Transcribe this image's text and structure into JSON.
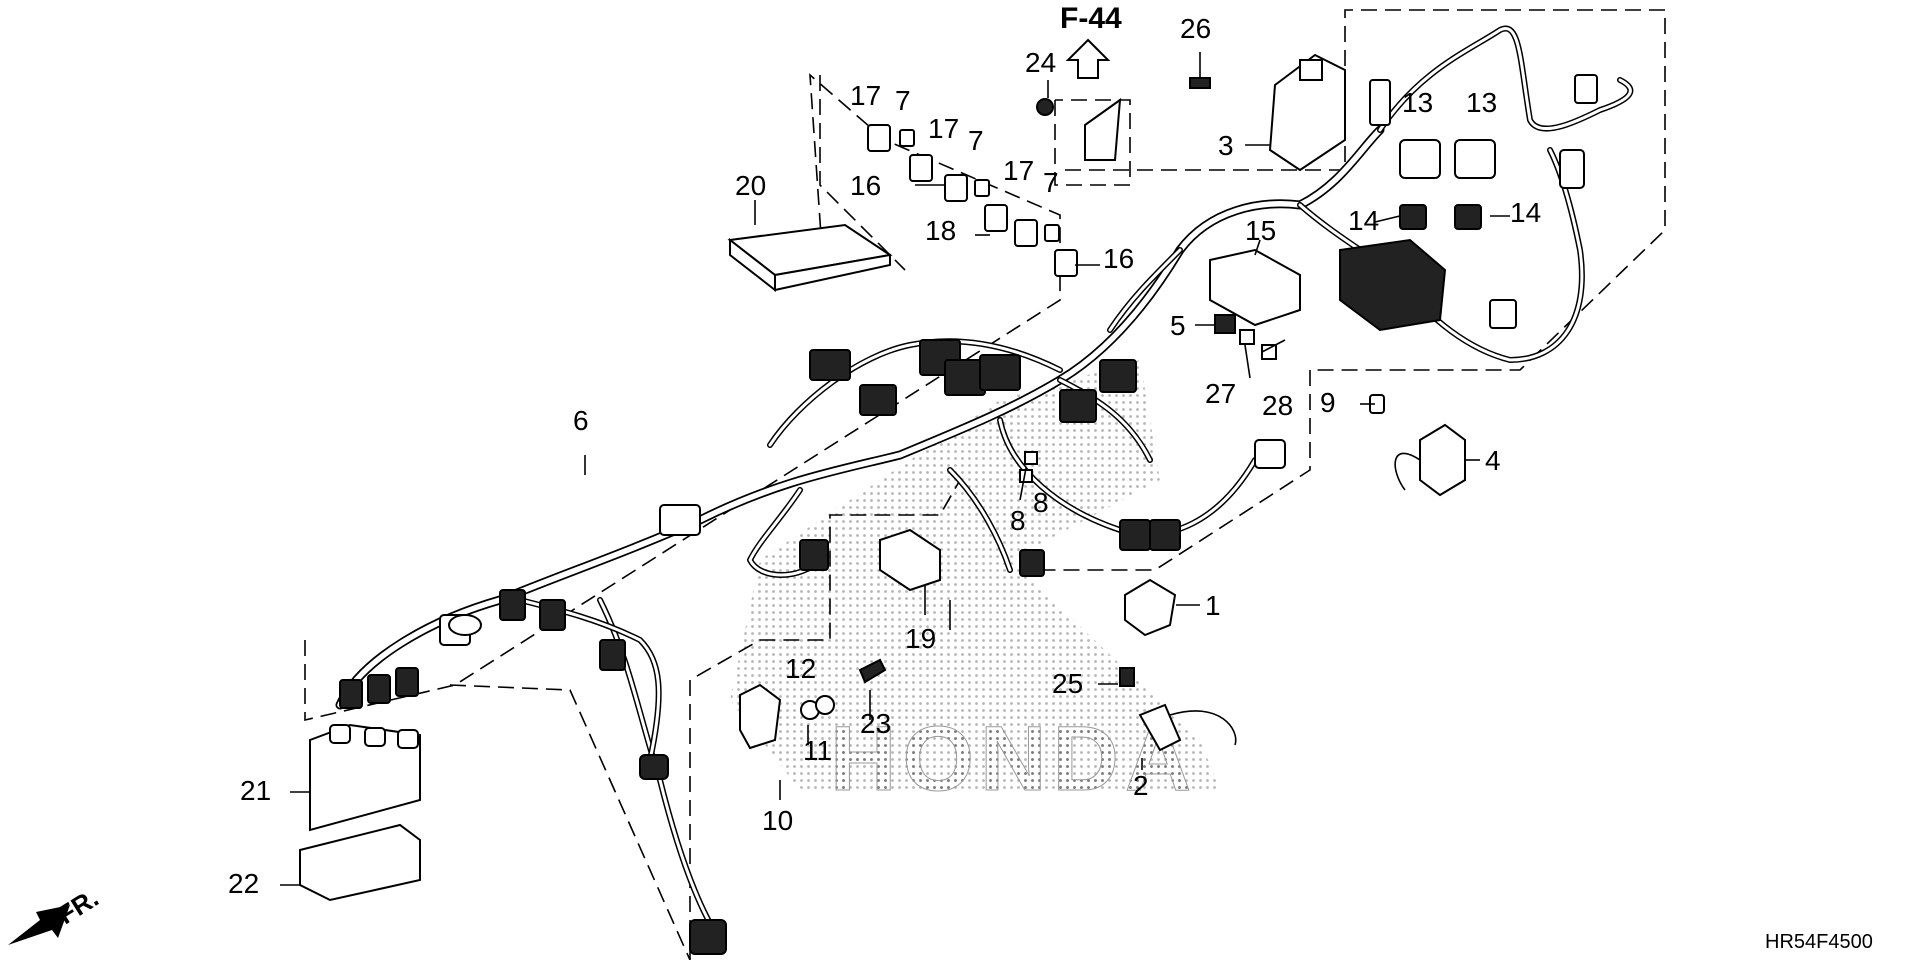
{
  "diagram": {
    "code": "HR54F4500",
    "reference": "F-44",
    "direction": "FR.",
    "watermark": "HONDA",
    "callouts": {
      "c1": "1",
      "c2": "2",
      "c3": "3",
      "c4": "4",
      "c5": "5",
      "c6": "6",
      "c7a": "7",
      "c7b": "7",
      "c7c": "7",
      "c8a": "8",
      "c8b": "8",
      "c9": "9",
      "c10": "10",
      "c11": "11",
      "c12": "12",
      "c13a": "13",
      "c13b": "13",
      "c14a": "14",
      "c14b": "14",
      "c15": "15",
      "c16a": "16",
      "c16b": "16",
      "c17a": "17",
      "c17b": "17",
      "c17c": "17",
      "c18": "18",
      "c19": "19",
      "c20": "20",
      "c21": "21",
      "c22": "22",
      "c23": "23",
      "c24": "24",
      "c25": "25",
      "c26": "26",
      "c27": "27",
      "c28": "28"
    }
  },
  "colors": {
    "ink": "#000000",
    "paper": "#ffffff",
    "dots": "#7a7a7a"
  }
}
